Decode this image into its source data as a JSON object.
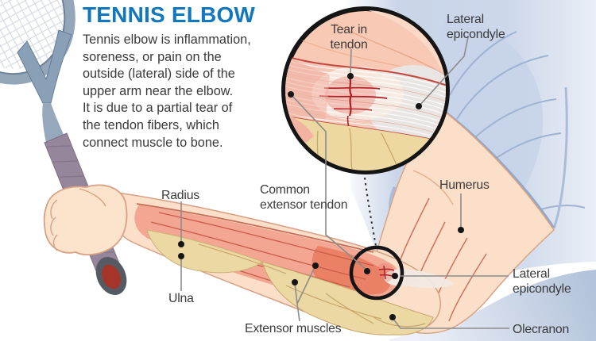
{
  "title": "TENNIS ELBOW",
  "intro": {
    "lines": [
      "Tennis elbow is inflammation,",
      "soreness, or pain on the",
      "outside (lateral) side of the",
      "upper arm near the elbow.",
      "It is due to a partial tear of",
      "the tendon fibers, which",
      "connect muscle to bone."
    ]
  },
  "inset": {
    "tear_label": "Tear in\ntendon",
    "lateral_epicondyle_label": "Lateral\nepicondyle"
  },
  "labels": {
    "radius": "Radius",
    "ulna": "Ulna",
    "common_extensor_tendon": "Common\nextensor tendon",
    "humerus": "Humerus",
    "lateral_epicondyle": "Lateral\nepicondyle",
    "olecranon": "Olecranon",
    "extensor_muscles": "Extensor muscles"
  },
  "colors": {
    "title_blue": "#1277bd",
    "label_text": "#3b3b3b",
    "skin": "#fbdfc8",
    "skin_outline": "#d89f84",
    "muscle_salmon": "#f3a793",
    "muscle_line_red": "#c95b49",
    "tendon_yellow": "#ebd8a2",
    "tendon_line": "#c9a76d",
    "shirt_blue": "#ccd7ea",
    "shirt_fold": "#9fb3d2",
    "tear_red": "#b01f26",
    "circle_ring_black": "#151515",
    "leader_gray": "#8c8c8c",
    "racket_frame": "#93a6ba",
    "grip_purple": "#95869b",
    "butt_cap_red": "#a43528"
  }
}
